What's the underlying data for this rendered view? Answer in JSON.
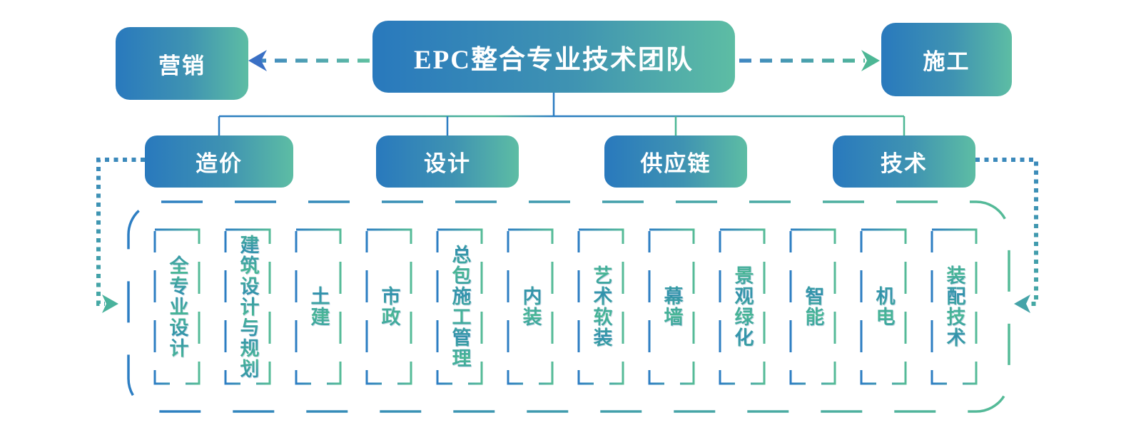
{
  "diagram_title": "EPC整合专业技术团队",
  "root": {
    "label": "EPC整合专业技术团队"
  },
  "side_nodes": {
    "left": {
      "label": "营销"
    },
    "right": {
      "label": "施工"
    }
  },
  "branches": [
    {
      "label": "造价"
    },
    {
      "label": "设计"
    },
    {
      "label": "供应链"
    },
    {
      "label": "技术"
    }
  ],
  "specialties": [
    {
      "label": "全专业设计"
    },
    {
      "label": "建筑设计与规划"
    },
    {
      "label": "土建"
    },
    {
      "label": "市政"
    },
    {
      "label": "总包施工管理"
    },
    {
      "label": "内装"
    },
    {
      "label": "艺术软装"
    },
    {
      "label": "幕墙"
    },
    {
      "label": "景观绿化"
    },
    {
      "label": "智能"
    },
    {
      "label": "机电"
    },
    {
      "label": "装配技术"
    }
  ],
  "palette": {
    "node_blue": "#2979bd",
    "node_green": "#5dbda4",
    "stroke_blue": "#2d7ec3",
    "stroke_green": "#55bb97",
    "text_green": "#49b795",
    "text_teal": "#3291ad",
    "text_white": "#ffffff"
  }
}
